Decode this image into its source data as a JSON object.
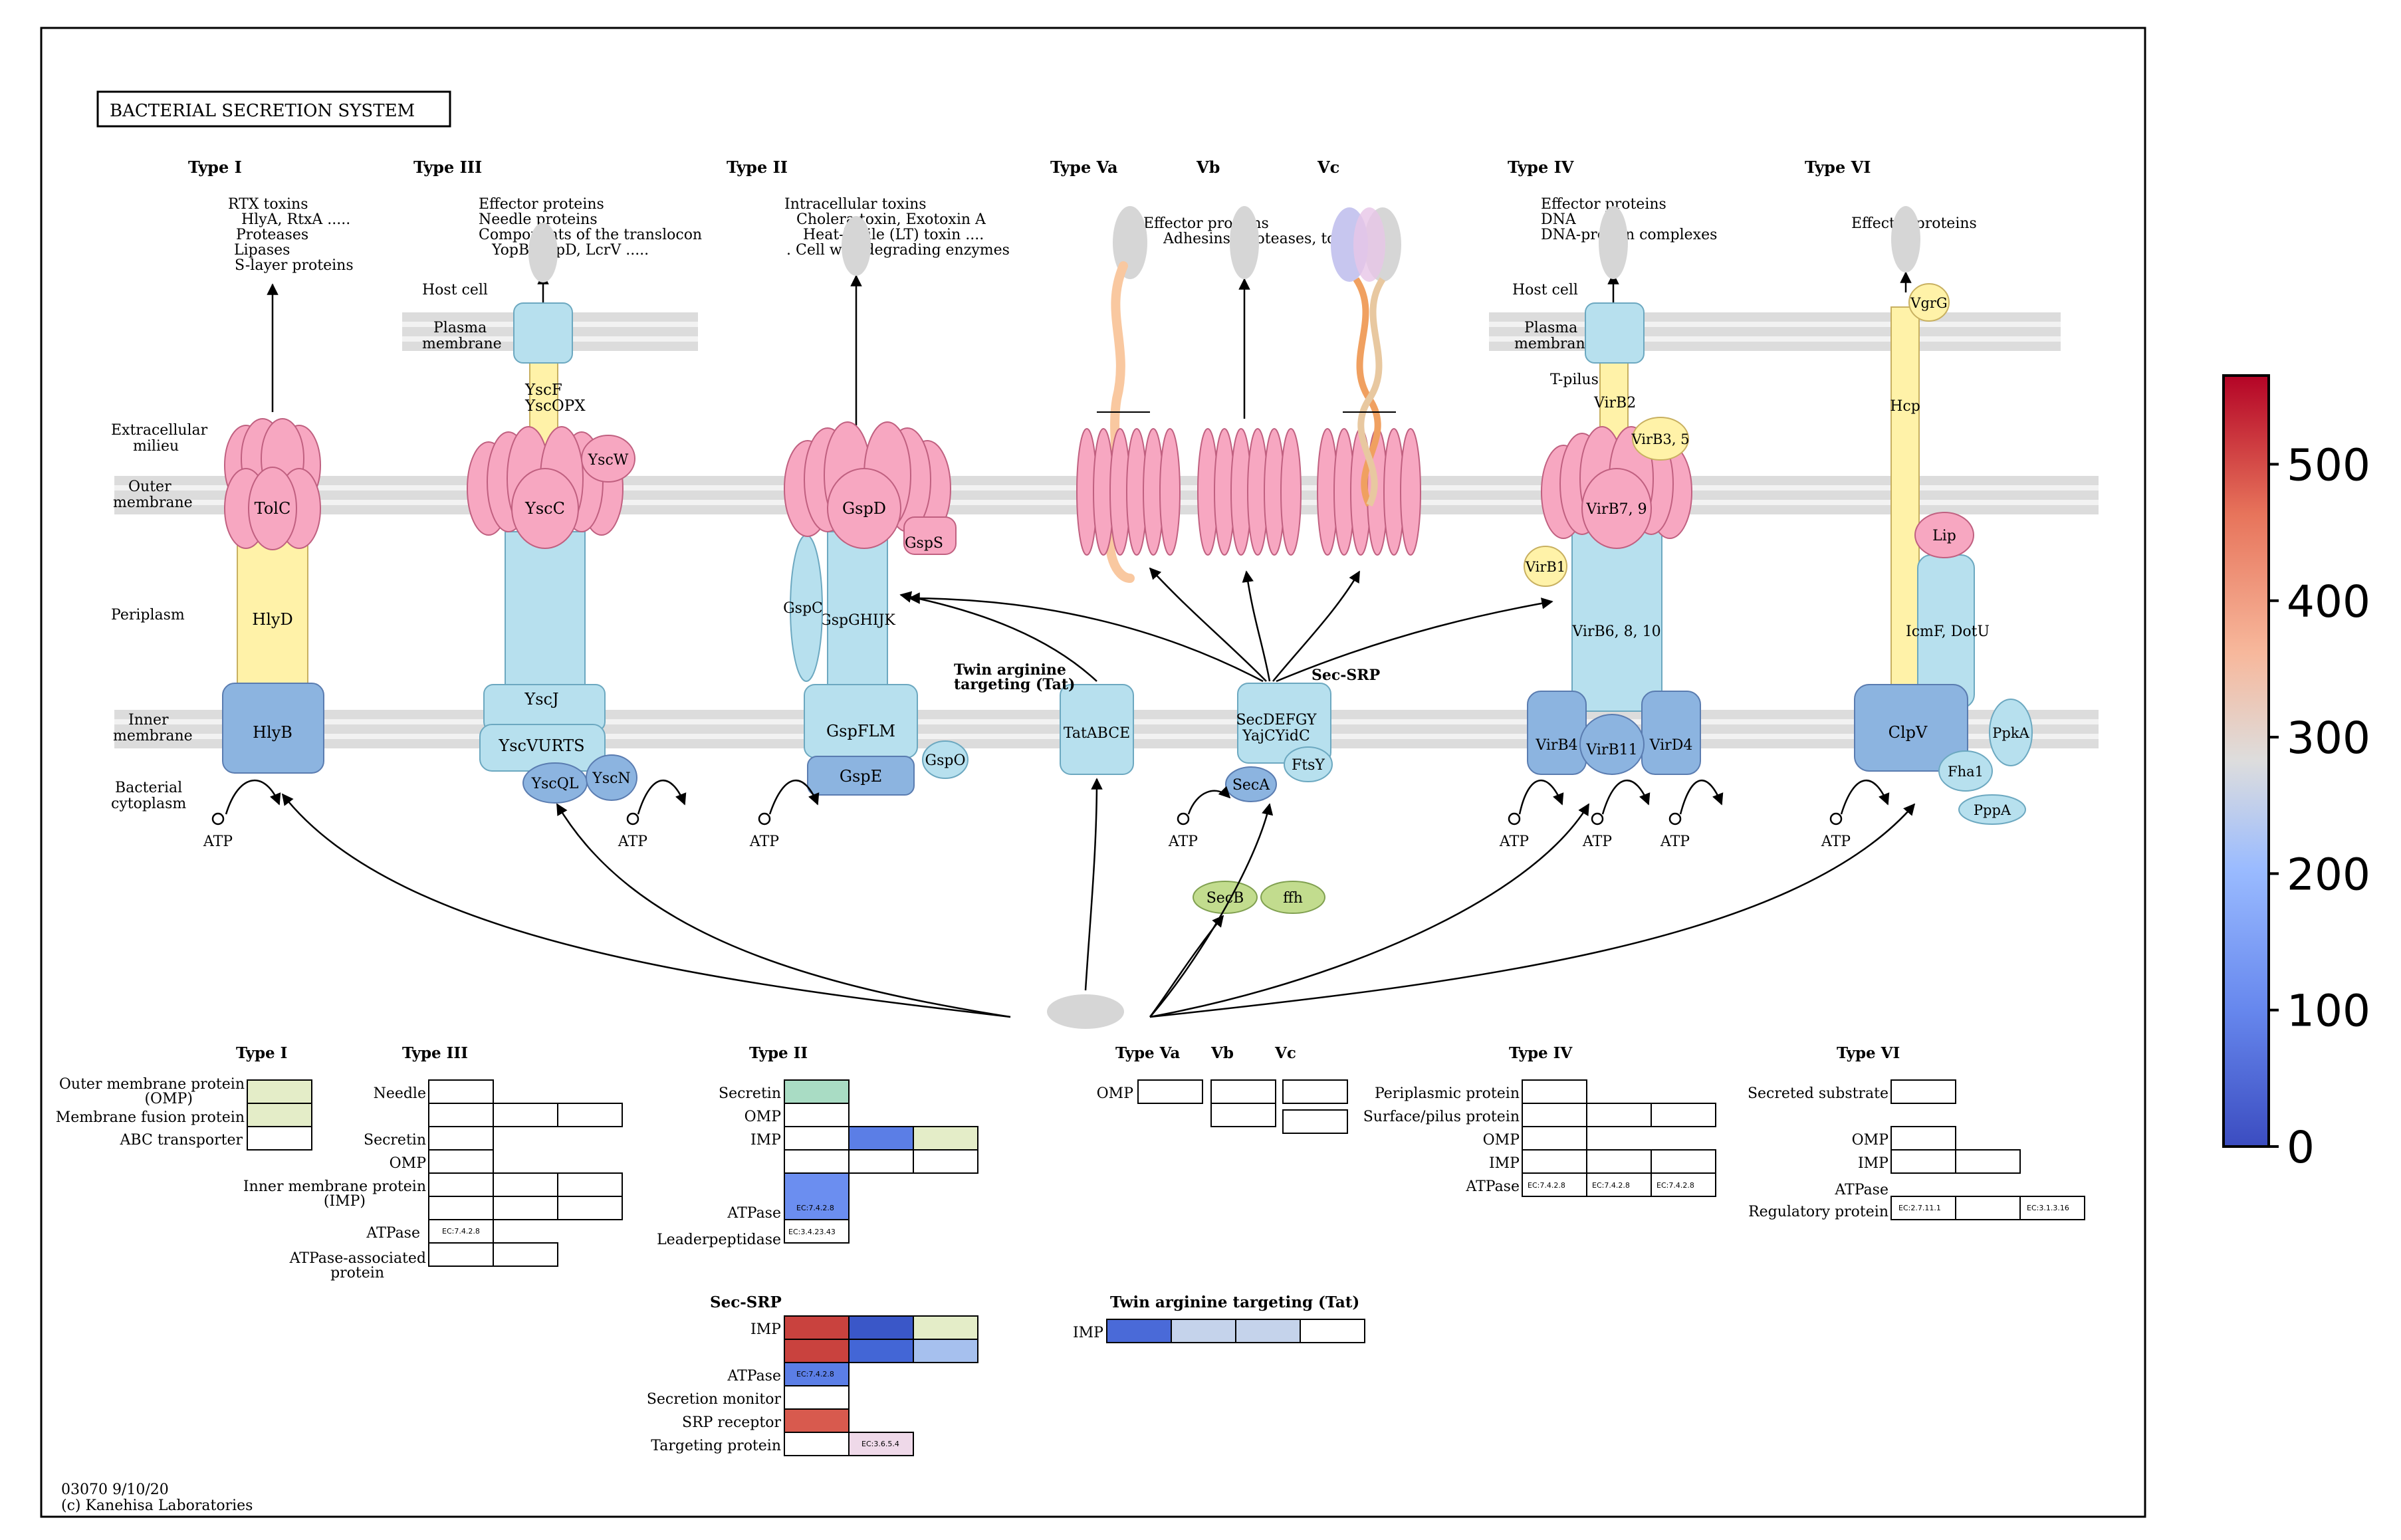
{
  "title": "BACTERIAL SECRETION SYSTEM",
  "footer": {
    "id": "03070 9/10/20",
    "copyright": "(c) Kanehisa Laboratories"
  },
  "colors": {
    "pink": "#f7a7c1",
    "pink_stroke": "#c06080",
    "yellow": "#fff2a8",
    "blue_light": "#b7e0ee",
    "blue_mid": "#8cb4e0",
    "green": "#c2dc8e",
    "gray": "#d6d6d6"
  },
  "diagram": {
    "compartments": {
      "host_cell_left": "Host cell",
      "host_cell_right": "Host cell",
      "plasma_membrane": [
        "Plasma",
        "membrane"
      ],
      "extracellular": [
        "Extracellular",
        "milieu"
      ],
      "outer_membrane": [
        "Outer",
        "membrane"
      ],
      "periplasm": "Periplasm",
      "inner_membrane": [
        "Inner",
        "membrane"
      ],
      "cytoplasm": [
        "Bacterial",
        "cytoplasm"
      ]
    },
    "types": {
      "t1": "Type I",
      "t3": "Type III",
      "t2": "Type II",
      "t5a": "Type Va",
      "t5b": "Vb",
      "t5c": "Vc",
      "t4": "Type IV",
      "t6": "Type VI"
    },
    "secreted": {
      "t1": [
        "RTX toxins",
        "HlyA, RtxA  .....",
        "Proteases",
        "Lipases",
        "S-layer proteins"
      ],
      "t3": [
        "Effector proteins",
        "Needle proteins",
        "Components of the translocon",
        "YopB, YopD, LcrV  ....."
      ],
      "t2": [
        "Intracellular toxins",
        "Cholera toxin, Exotoxin A",
        "Heat-labile (LT) toxin  ....",
        ". Cell wall-degrading enzymes"
      ],
      "t5": [
        "Effector proteins",
        "Adhesins, proteases, toxins ....."
      ],
      "t4": [
        "Effector proteins",
        "DNA",
        "DNA-protein complexes"
      ],
      "t6": [
        "Effector proteins"
      ]
    },
    "proteins": {
      "tolc": "TolC",
      "hlyd": "HlyD",
      "hlyb": "HlyB",
      "yscf": "YscF",
      "yscopx": "YscOPX",
      "yscw": "YscW",
      "yscc": "YscC",
      "yscj": "YscJ",
      "yscvurts": "YscVURTS",
      "yscql": "YscQL",
      "yscn": "YscN",
      "gspd": "GspD",
      "gsps": "GspS",
      "gspc": "GspC",
      "gspghijk": "GspGHIJK",
      "gspflm": "GspFLM",
      "gspe": "GspE",
      "gspo": "GspO",
      "tatabce": "TatABCE",
      "secdefgy": "SecDEFGY",
      "yajcyidc": "YajCYidC",
      "ftsy": "FtsY",
      "seca": "SecA",
      "secb": "SecB",
      "ffh": "ffh",
      "tpilus": "T-pilus",
      "virb2": "VirB2",
      "virb3": "VirB3, 5",
      "virb79": "VirB7, 9",
      "virb1": "VirB1",
      "virb6": "VirB6, 8, 10",
      "virb4": "VirB4",
      "virb11": "VirB11",
      "vird4": "VirD4",
      "vgrg": "VgrG",
      "hcp": "Hcp",
      "lip": "Lip",
      "icmf": "IcmF, DotU",
      "clpv": "ClpV",
      "ppka": "PpkA",
      "fha1": "Fha1",
      "pppa": "PppA"
    },
    "pathway_labels": {
      "tat": [
        "Twin arginine",
        "targeting (Tat)"
      ],
      "secsrp": "Sec-SRP"
    },
    "atp": "ATP"
  },
  "tables": {
    "t1": {
      "title": "Type I",
      "rows": [
        "Outer membrane  protein",
        "(OMP)",
        "Membrane fusion protein",
        "ABC transporter"
      ]
    },
    "t3": {
      "title": "Type III",
      "rows": [
        "Needle",
        "Secretin",
        "OMP",
        "Inner membrane protein",
        "(IMP)",
        "ATPase",
        "ATPase-associated",
        "protein"
      ],
      "ec": "EC:7.4.2.8"
    },
    "t2": {
      "title": "Type II",
      "rows": [
        "Secretin",
        "OMP",
        "IMP",
        "ATPase",
        "Leaderpeptidase"
      ],
      "ec_atp": "EC:7.4.2.8",
      "ec_leader": "EC:3.4.23.43"
    },
    "t5": {
      "titles": [
        "Type Va",
        "Vb",
        "Vc"
      ],
      "rows": [
        "OMP"
      ]
    },
    "t4": {
      "title": "Type IV",
      "rows": [
        "Periplasmic protein",
        "Surface/pilus protein",
        "OMP",
        "IMP",
        "ATPase"
      ],
      "ec": "EC:7.4.2.8"
    },
    "t6": {
      "title": "Type VI",
      "rows": [
        "Secreted substrate",
        "OMP",
        "IMP",
        "ATPase",
        "Regulatory protein"
      ],
      "ec1": "EC:2.7.11.1",
      "ec2": "EC:3.1.3.16"
    },
    "secsrp": {
      "title": "Sec-SRP",
      "rows": [
        "IMP",
        "ATPase",
        "Secretion monitor",
        "SRP receptor",
        "Targeting protein"
      ],
      "ec_atp": "EC:7.4.2.8",
      "ec_tp": "EC:3.6.5.4"
    },
    "tat": {
      "title": "Twin arginine targeting (Tat)",
      "rows": [
        "IMP"
      ]
    }
  },
  "colorbar": {
    "ticks": [
      "500",
      "400",
      "300",
      "200",
      "100",
      "0"
    ],
    "values": [
      500,
      400,
      300,
      200,
      100,
      0
    ],
    "min": 0,
    "max": 565,
    "colormap": "coolwarm"
  }
}
